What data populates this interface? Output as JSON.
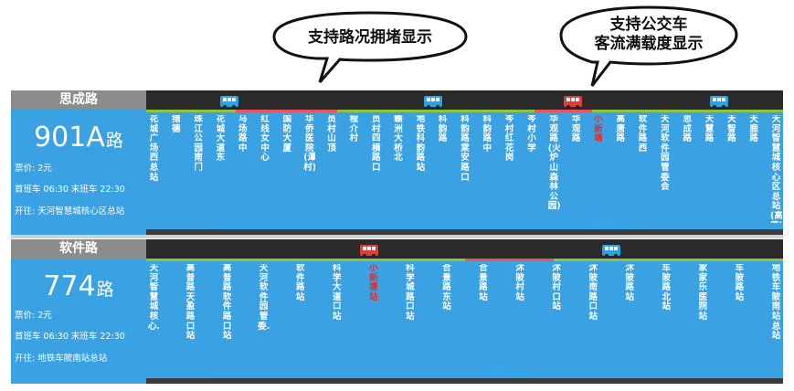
{
  "callouts": {
    "congestion": "支持路况拥堵显示",
    "load_line1": "支持公交车",
    "load_line2": "客流满载度显示"
  },
  "colors": {
    "route_blue": "#3aa1e3",
    "header_gray": "#8c8c8c",
    "bar_dark": "#2a2a2a",
    "road_green": "#8cc63f",
    "road_red": "#e8545f",
    "bus_blue": "#2aa3e6",
    "bus_red": "#e23b3b",
    "current_stop": "#e03030",
    "arrow_blue": "#35a4ea"
  },
  "panels": [
    {
      "stop_name": "思成路",
      "route_number": "901A",
      "route_unit": "路",
      "fare": "票价: 2元",
      "times": "首班车 06:30 末班车 22:30",
      "terminus": "开往: 天河智慧城核心区总站",
      "progress_fraction": 0.78,
      "stations": [
        {
          "name": "花城广场西总站"
        },
        {
          "name": "猎德"
        },
        {
          "name": "珠江公园南门"
        },
        {
          "name": "花城大道东"
        },
        {
          "name": "马场路中"
        },
        {
          "name": "红线女中心"
        },
        {
          "name": "国防大厦"
        },
        {
          "name": "华侨医院(潭村)"
        },
        {
          "name": "员村山顶"
        },
        {
          "name": "程介村"
        },
        {
          "name": "员村四横路口"
        },
        {
          "name": "赣洲大桥北"
        },
        {
          "name": "地铁科韵路站"
        },
        {
          "name": "科韵路"
        },
        {
          "name": "科韵路棠安路口"
        },
        {
          "name": "科韵路中"
        },
        {
          "name": "岑村红花岗"
        },
        {
          "name": "岑村小学"
        },
        {
          "name": "华观路(火炉山森林公园)"
        },
        {
          "name": "华观路"
        },
        {
          "name": "小新塘"
        },
        {
          "name": "高唐路"
        },
        {
          "name": "软件路西"
        },
        {
          "name": "天河软件园管委会"
        },
        {
          "name": "思成路"
        },
        {
          "name": "天慧路"
        },
        {
          "name": "天智路"
        },
        {
          "name": "天鹿路"
        },
        {
          "name": "天河智慧城核心区总站(高唐)"
        }
      ],
      "current_station_index": 20,
      "road_segments": [
        {
          "from": 0.0,
          "to": 0.14,
          "status": "green"
        },
        {
          "from": 0.14,
          "to": 0.3,
          "status": "red"
        },
        {
          "from": 0.3,
          "to": 0.61,
          "status": "green"
        },
        {
          "from": 0.61,
          "to": 0.7,
          "status": "red"
        },
        {
          "from": 0.7,
          "to": 1.0,
          "status": "green"
        }
      ],
      "buses": [
        {
          "position": 0.13,
          "load": "normal"
        },
        {
          "position": 0.45,
          "load": "normal"
        },
        {
          "position": 0.67,
          "load": "full"
        },
        {
          "position": 0.9,
          "load": "normal"
        }
      ]
    },
    {
      "stop_name": "软件路",
      "route_number": "774",
      "route_unit": "路",
      "fare": "票价: 2元",
      "times": "首班车 06:30 末班车 22:30",
      "terminus": "开往: 地铁车陂南站总站",
      "progress_fraction": 0.62,
      "stations": [
        {
          "name": "天河智慧城核心..."
        },
        {
          "name": "高普路天盈路口站"
        },
        {
          "name": "高普路软件路口站"
        },
        {
          "name": "天河软件园管委..."
        },
        {
          "name": "软件路站"
        },
        {
          "name": "科学大道口站"
        },
        {
          "name": "小新塘站"
        },
        {
          "name": "科学城路口站"
        },
        {
          "name": "合景路东站"
        },
        {
          "name": "合景路站"
        },
        {
          "name": "沐陂村站"
        },
        {
          "name": "沐陂村口站"
        },
        {
          "name": "沐陂南路口站"
        },
        {
          "name": "沐陂路站"
        },
        {
          "name": "车陂路北站"
        },
        {
          "name": "家家乐医院站"
        },
        {
          "name": "车陂路站"
        },
        {
          "name": "地铁车陂南站总站"
        }
      ],
      "current_station_index": 6,
      "road_segments": [
        {
          "from": 0.0,
          "to": 0.5,
          "status": "green"
        },
        {
          "from": 0.5,
          "to": 0.64,
          "status": "red"
        },
        {
          "from": 0.64,
          "to": 1.0,
          "status": "green"
        }
      ],
      "buses": [
        {
          "position": 0.35,
          "load": "full"
        },
        {
          "position": 0.73,
          "load": "normal"
        }
      ]
    }
  ]
}
